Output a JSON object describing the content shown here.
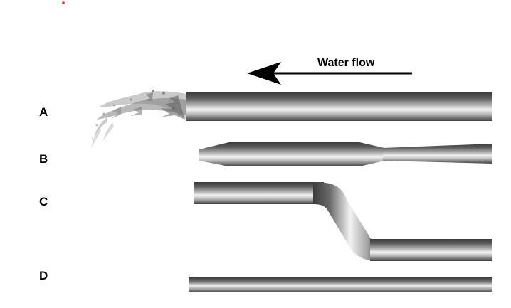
{
  "flow": {
    "label": "Water flow",
    "direction": "left"
  },
  "pipes": [
    {
      "id": "A",
      "label": "A",
      "shape": "wide-straight-pipe-with-water-jet"
    },
    {
      "id": "B",
      "label": "B",
      "shape": "tapered-pipe"
    },
    {
      "id": "C",
      "label": "C",
      "shape": "offset-bend-pipe"
    },
    {
      "id": "D",
      "label": "D",
      "shape": "narrow-straight-pipe"
    }
  ],
  "colors": {
    "pipe_dark": "#3a3a3a",
    "pipe_light": "#f2f2f2",
    "marker": "#e8262c",
    "text": "#000000"
  }
}
